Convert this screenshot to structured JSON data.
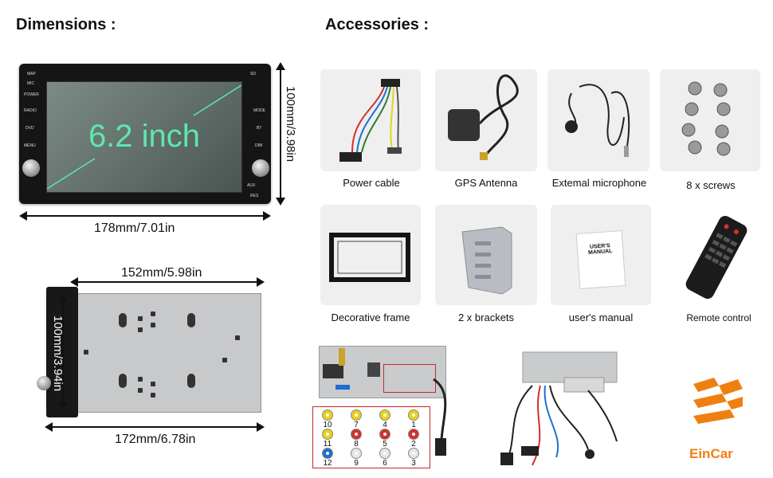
{
  "headings": {
    "dimensions": "Dimensions :",
    "accessories": "Accessories :"
  },
  "front_unit": {
    "screen_label": "6.2 inch",
    "height_label": "100mm/3.98in",
    "width_label": "178mm/7.01in",
    "buttons_left": [
      "MAP",
      "MIC",
      "POWER",
      "RADIO",
      "DVD",
      "MENU"
    ],
    "buttons_right": [
      "SD",
      "MODE",
      "BT",
      "DIM"
    ],
    "bottom_right_labels": [
      "AUX",
      "RES"
    ]
  },
  "chassis": {
    "top_width_label": "152mm/5.98in",
    "height_label": "100mm/3.94in",
    "bottom_width_label": "172mm/6.78in"
  },
  "accessories": [
    {
      "caption": "Power cable",
      "icon": "power-cable-icon"
    },
    {
      "caption": "GPS Antenna",
      "icon": "gps-antenna-icon"
    },
    {
      "caption": "Extemal microphone",
      "icon": "microphone-icon"
    },
    {
      "caption": "8 x screws",
      "icon": "screws-icon"
    },
    {
      "caption": "Decorative frame",
      "icon": "frame-icon"
    },
    {
      "caption": "2 x brackets",
      "icon": "brackets-icon"
    },
    {
      "caption": "user's manual",
      "icon": "manual-icon"
    },
    {
      "caption": "Remote control",
      "icon": "remote-icon"
    }
  ],
  "manual_cover_text": "USER'S MANUAL",
  "rca_legend": [
    {
      "num": "10",
      "color": "#e8d21a"
    },
    {
      "num": "7",
      "color": "#e8d21a"
    },
    {
      "num": "4",
      "color": "#e8d21a"
    },
    {
      "num": "1",
      "color": "#e8d21a"
    },
    {
      "num": "11",
      "color": "#e8d21a"
    },
    {
      "num": "8",
      "color": "#d32f2f"
    },
    {
      "num": "5",
      "color": "#d32f2f"
    },
    {
      "num": "2",
      "color": "#d32f2f"
    },
    {
      "num": "12",
      "color": "#1e6fd0"
    },
    {
      "num": "9",
      "color": "#e6e6e6"
    },
    {
      "num": "6",
      "color": "#e6e6e6"
    },
    {
      "num": "3",
      "color": "#e6e6e6"
    }
  ],
  "brand": {
    "name": "EinCar",
    "color": "#f07f12"
  },
  "colors": {
    "screen_text": "#5de8ad",
    "legend_border": "#c62828"
  }
}
